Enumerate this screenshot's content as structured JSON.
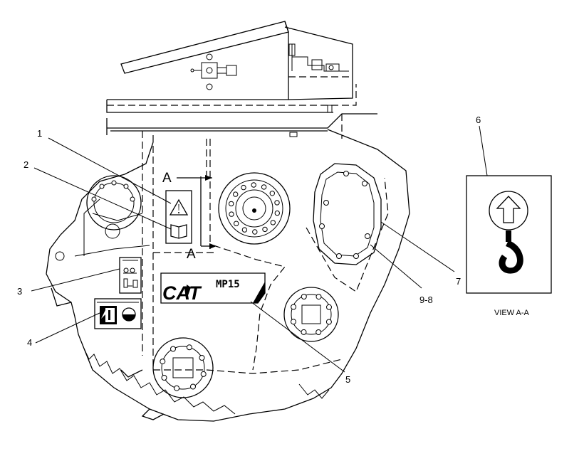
{
  "callouts": [
    {
      "number": "1"
    },
    {
      "number": "2"
    },
    {
      "number": "3"
    },
    {
      "number": "4"
    },
    {
      "number": "5"
    },
    {
      "number": "6"
    },
    {
      "number": "7"
    },
    {
      "number": "9-8"
    }
  ],
  "section_marker": "A",
  "brand": {
    "logo": "CAT",
    "model": "MP15"
  },
  "view_caption": "VIEW A-A",
  "icons": {
    "warning": "warning-triangle-icon",
    "manual": "operator-manual-icon",
    "lift_arrow": "lift-arrow-icon",
    "hook": "lifting-hook-icon"
  }
}
